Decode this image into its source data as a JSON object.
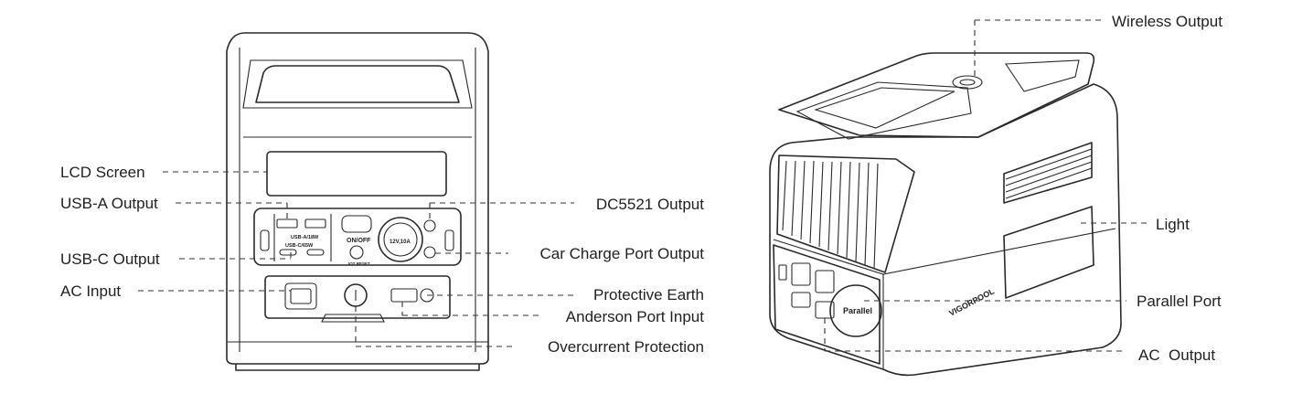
{
  "front_view": {
    "callouts": {
      "lcd_screen": "LCD Screen",
      "usb_a_output": "USB-A Output",
      "usb_c_output": "USB-C Output",
      "ac_input": "AC Input",
      "dc5521_output": "DC5521 Output",
      "car_charge_port_output": "Car Charge Port Output",
      "protective_earth": "Protective Earth",
      "anderson_port_input": "Anderson Port Input",
      "overcurrent_protection": "Overcurrent Protection"
    },
    "device_labels": {
      "usb_a_spec": "USB-A/18W",
      "usb_c_spec": "USB-C/65W",
      "on_off": "ON/OFF",
      "iot_reset": "IOT RESET",
      "car_port_spec": "12V,10A"
    }
  },
  "side_view": {
    "callouts": {
      "wireless_output": "Wireless Output",
      "light": "Light",
      "parallel_port": "Parallel Port",
      "ac_output": "AC  Output"
    },
    "device_labels": {
      "parallel": "Parallel",
      "brand": "VIGORPOOL"
    }
  }
}
